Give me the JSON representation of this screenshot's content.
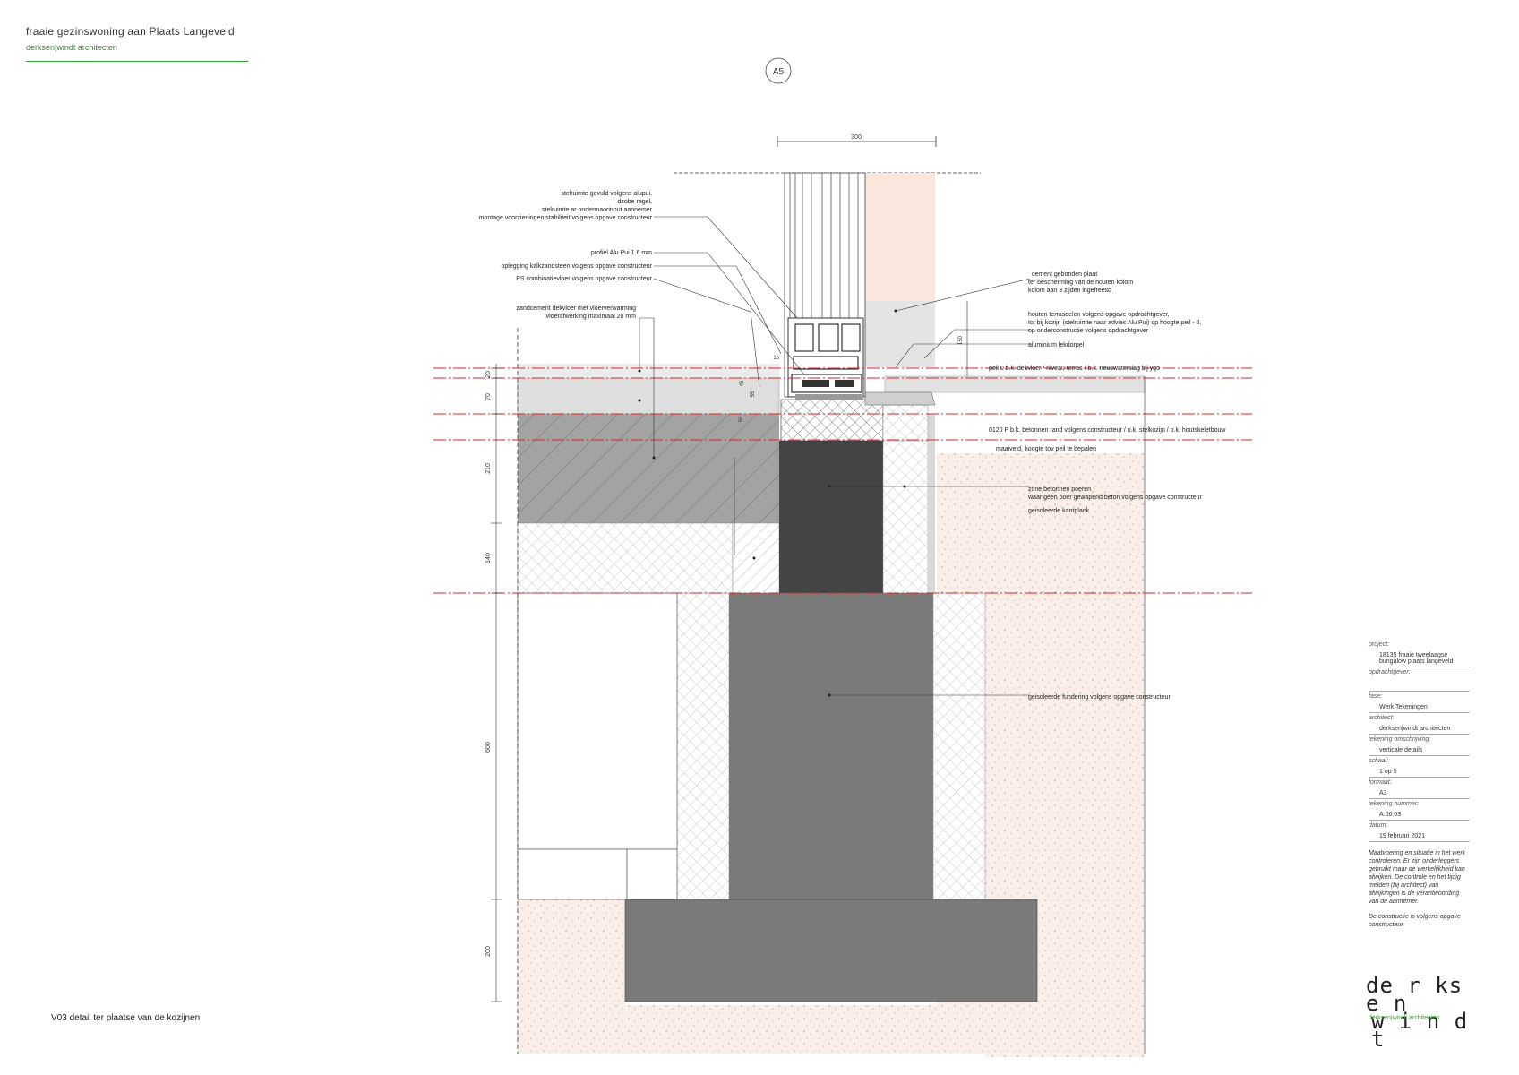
{
  "header": {
    "title": "fraaie gezinswoning aan Plaats Langeveld",
    "subtitle": "derksen|windt architecten"
  },
  "section_marker": "A5",
  "dimension_top": "300",
  "annotations": {
    "stelruimte": [
      "stelruimte gevuld volgens alupui,",
      "dzobe regel,",
      "stelruimte ar ondermaorinput aannemer",
      "montage voorzieningen stabiliteit volgens opgave constructeur"
    ],
    "profiel": "profiel Alu Pui 1.6 mm",
    "oplegging": "oplegging kalkzandsteen volgens opgave constructeur",
    "ps": "PS combinatievloer volgens opgave constructeur",
    "zandcement": [
      "zandcement dekvloer met vloerverwarming",
      "vloerafwerking maximaal 20 mm"
    ],
    "cement_plaat": [
      "cement gebonden plaat",
      "ter bescherming van de houten kolom",
      "kolom aan 3 zijden ingefreesd"
    ],
    "houten": [
      "houten terrasdelen volgens opgave opdrachtgever,",
      "tot bij kozijn (stelruimte naar advies Alu Pui) op hoogte peil - 0,",
      "op onderconstructie volgens opdrachtgever"
    ],
    "aluminium": "aluminium lekdorpel",
    "peil": "peil    0 b.k. dekvloer / niveau terras / b.k. neuswaterslag bij ygo",
    "betonrand": "0120   P b.k. betonnen rand volgens constructeur / o.k. stelkozijn / o.k. houtskeletbouw",
    "maaiveld": "maaiveld, hoogte tov peil te bepalen",
    "poeren": [
      "zone betonnen poeren",
      "waar geen poer gewapend beton volgens opgave constructeur"
    ],
    "kantplank": "geisoleerde kantplank",
    "fundering": "geisoleerde fundering volgens opgave constructeur"
  },
  "dimensions_vertical": [
    "20",
    "70",
    "210",
    "140",
    "600",
    "200"
  ],
  "small_dims": [
    "16",
    "45",
    "55",
    "150",
    "50"
  ],
  "title_block": {
    "project_label": "project:",
    "project_value": [
      "18135 fraaie tweelaagse",
      "bungalow plaats langeveld"
    ],
    "client_label": "opdrachtgever:",
    "client_value": "",
    "phase_label": "fase:",
    "phase_value": "Werk Tekeningen",
    "architect_label": "architect:",
    "architect_value": "derksen|windt architecten",
    "desc_label": "tekening omschrijving:",
    "desc_value": "verticale details",
    "scale_label": "schaal:",
    "scale_value": "1 op 5",
    "format_label": "formaat:",
    "format_value": "A3",
    "number_label": "tekening nummer:",
    "number_value": "A.06.03",
    "date_label": "datum:",
    "date_value": "19 februari 2021",
    "note1": "Maatvoering en situatie in het werk controleren. Er zijn onderleggers gebruikt maar de werkelijkheid kan afwijken. De controle en het tijdig melden (bij architect) van afwijkingen is de verantwoording van de aannemer.",
    "note2": "De constructie is volgens opgave constructeur."
  },
  "logo": {
    "top": "de r ks e n",
    "bottom": "w i n d t",
    "sub": "derksen|windt architecten"
  },
  "footer_label": "V03 detail ter plaatse van de kozijnen"
}
